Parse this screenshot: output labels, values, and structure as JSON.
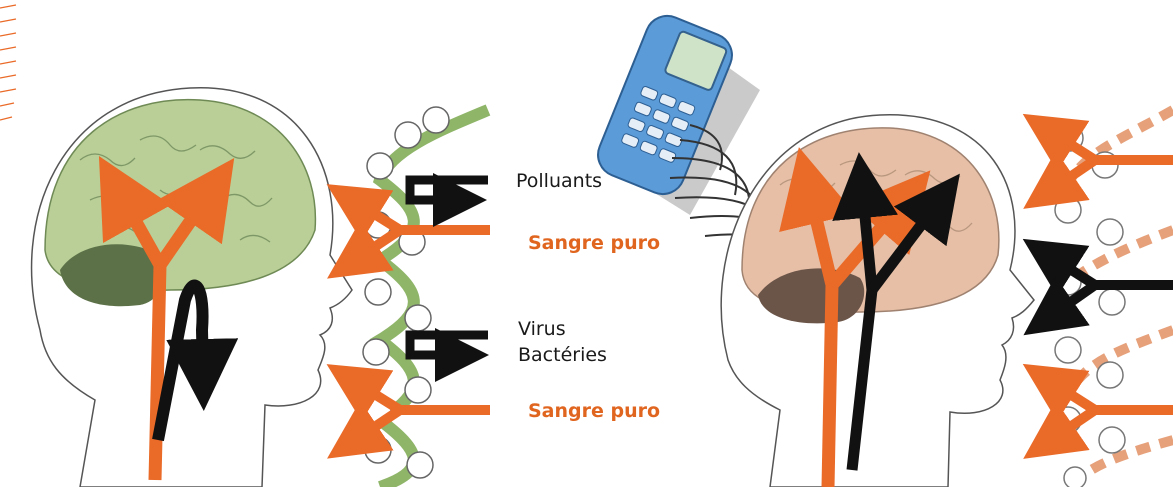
{
  "labels": {
    "pollutants": "Polluants",
    "blood_top": "Sangre puro",
    "virus": "Virus",
    "bacteria": "Bactéries",
    "blood_bottom": "Sangre puro"
  },
  "colors": {
    "orange": "#ea6a28",
    "black": "#111111",
    "brain_green": "#b9cf97",
    "brain_pink": "#e6bfa6",
    "vessel_green": "#8fb569",
    "phone_blue": "#5b9bd8",
    "label_orange": "#e0651f"
  },
  "icons": [
    "left-head-icon",
    "right-head-icon",
    "mobile-phone-icon",
    "radio-waves-icon"
  ]
}
